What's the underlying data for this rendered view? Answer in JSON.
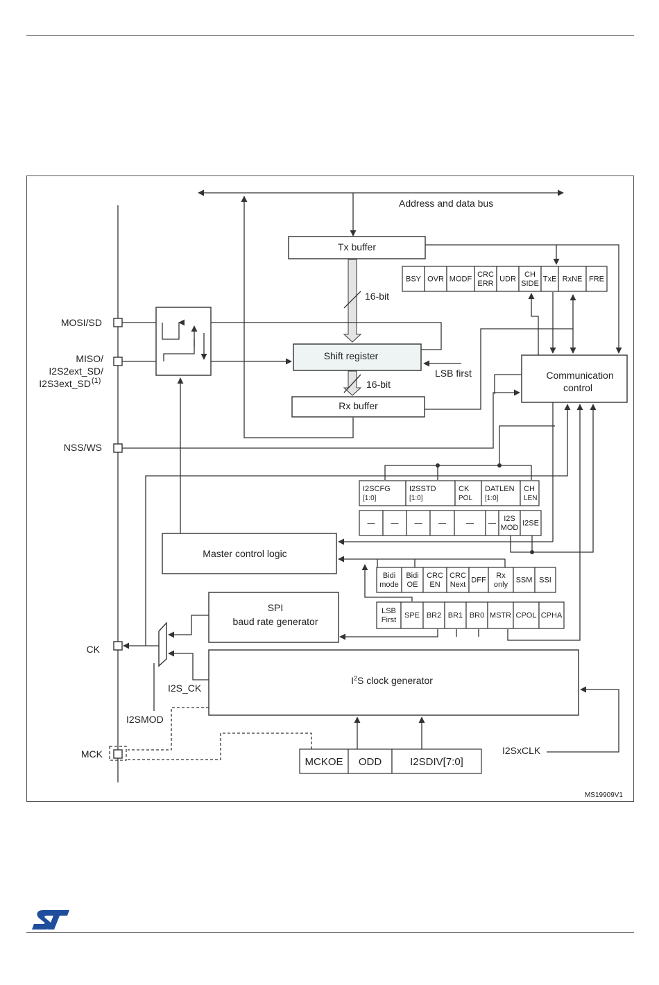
{
  "figure_id": "MS19909V1",
  "pins": {
    "mosi": "MOSI/SD",
    "miso_1": "MISO/",
    "miso_2": "I2S2ext_SD/",
    "miso_3": "I2S3ext_SD",
    "miso_sup": "(1)",
    "nss": "NSS/WS",
    "ck": "CK",
    "mck": "MCK"
  },
  "bus_label": "Address and data bus",
  "blocks": {
    "tx_buffer": "Tx buffer",
    "rx_buffer": "Rx buffer",
    "shift_register": "Shift register",
    "comm_control_1": "Communication",
    "comm_control_2": "control",
    "master_control": "Master control logic",
    "spi_baud_1": "SPI",
    "spi_baud_2": "baud rate generator",
    "i2s_clock_pre": "I",
    "i2s_clock_sup": "2",
    "i2s_clock_post": "S clock generator"
  },
  "labels": {
    "bits_tx": "16-bit",
    "bits_rx": "16-bit",
    "lsb_first": "LSB first",
    "i2s_ck": "I2S_CK",
    "i2smod": "I2SMOD",
    "i2sxclk": "I2SxCLK"
  },
  "status_register": [
    [
      "BSY"
    ],
    [
      "OVR"
    ],
    [
      "MODF"
    ],
    [
      "CRC",
      "ERR"
    ],
    [
      "UDR"
    ],
    [
      "CH",
      "SIDE"
    ],
    [
      "TxE"
    ],
    [
      "RxNE"
    ],
    [
      "FRE"
    ]
  ],
  "i2scfgr_row1": [
    [
      "I2SCFG",
      "[1:0]"
    ],
    [
      "I2SSTD",
      "[1:0]"
    ],
    [
      "CK",
      "POL"
    ],
    [
      "DATLEN",
      "[1:0]"
    ],
    [
      "CH",
      "LEN"
    ]
  ],
  "i2scfgr_row2": [
    [
      "—"
    ],
    [
      "—"
    ],
    [
      "—"
    ],
    [
      "—"
    ],
    [
      "—"
    ],
    [
      "—"
    ],
    [
      "I2S",
      "MOD"
    ],
    [
      "I2SE"
    ]
  ],
  "cr1_row1": [
    [
      "Bidi",
      "mode"
    ],
    [
      "Bidi",
      "OE"
    ],
    [
      "CRC",
      "EN"
    ],
    [
      "CRC",
      "Next"
    ],
    [
      "DFF"
    ],
    [
      "Rx",
      "only"
    ],
    [
      "SSM"
    ],
    [
      "SSI"
    ]
  ],
  "cr1_row2": [
    [
      "LSB",
      "First"
    ],
    [
      "SPE"
    ],
    [
      "BR2"
    ],
    [
      "BR1"
    ],
    [
      "BR0"
    ],
    [
      "MSTR"
    ],
    [
      "CPOL"
    ],
    [
      "CPHA"
    ]
  ],
  "prescaler_register": [
    [
      "MCKOE"
    ],
    [
      "ODD"
    ],
    [
      "I2SDIV[7:0]"
    ]
  ],
  "logo_icon": "st-logo-icon"
}
